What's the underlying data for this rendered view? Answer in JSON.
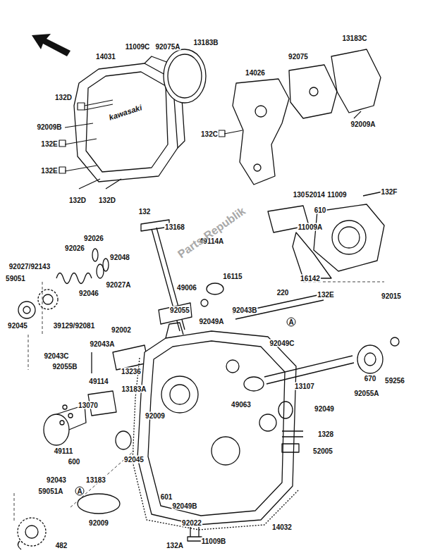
{
  "diagram": {
    "labels": [
      "14031",
      "11009C",
      "92075A",
      "13183B",
      "13183C",
      "92075",
      "14026",
      "92009A",
      "132D",
      "92009B",
      "132E",
      "132E",
      "132D",
      "132D",
      "132C",
      "130",
      "52014",
      "11009",
      "132F",
      "132",
      "13168",
      "610",
      "11009A",
      "16142",
      "92026",
      "92026",
      "92027/92143",
      "92048",
      "59051",
      "92027A",
      "92046",
      "49114A",
      "49006",
      "16115",
      "220",
      "132E",
      "92015",
      "92055",
      "92043B",
      "92045",
      "39129/92081",
      "92002",
      "92049A",
      "92043A",
      "92049C",
      "A",
      "92043C",
      "92055B",
      "13236",
      "13107",
      "670",
      "59256",
      "92055A",
      "49114",
      "13183A",
      "13070",
      "49063",
      "92009",
      "92049",
      "1328",
      "52005",
      "49111",
      "92045",
      "92043",
      "13183",
      "59051A",
      "A",
      "600",
      "601",
      "92049B",
      "92009",
      "92022",
      "14032",
      "11009B",
      "132A",
      "482",
      "kawasaki",
      "Parts-Republik"
    ]
  }
}
